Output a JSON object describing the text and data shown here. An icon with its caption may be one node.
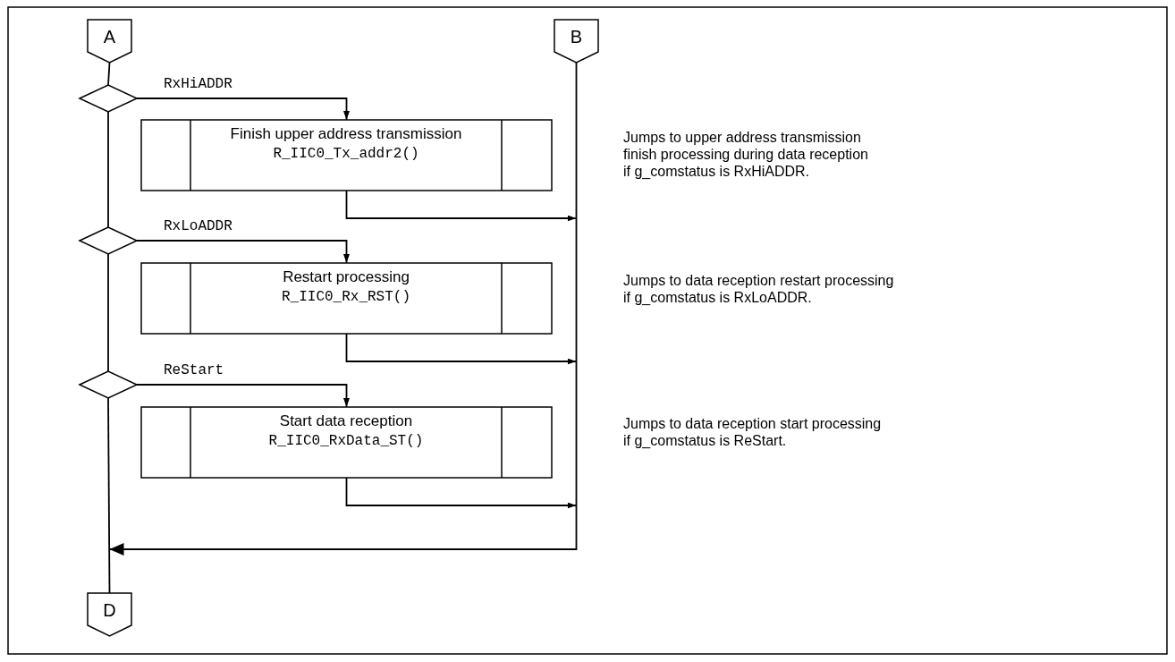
{
  "diagram": {
    "nodes": [
      {
        "text": [
          "A"
        ]
      },
      {
        "text": [
          "B"
        ]
      },
      {
        "text": [],
        "shape": "diamond"
      },
      {
        "text": [
          "Finish upper address transmission",
          "R_IIC0_Tx_addr2()"
        ]
      },
      {
        "text": [],
        "shape": "diamond"
      },
      {
        "text": [
          "Restart processing",
          "R_IIC0_Rx_RST()"
        ]
      },
      {
        "text": [],
        "shape": "diamond"
      },
      {
        "text": [
          "Start data reception",
          "R_IIC0_RxData_ST()"
        ]
      },
      {
        "text": [
          "D"
        ]
      }
    ],
    "edges": [
      {
        "from": 0,
        "to": 2,
        "arrow": "none"
      },
      {
        "from": 2,
        "to": 3,
        "arrow": "to",
        "label": "RxHiADDR"
      },
      {
        "from": 2,
        "to": 4,
        "arrow": "none"
      },
      {
        "from": 4,
        "to": 5,
        "arrow": "to",
        "label": "RxLoADDR"
      },
      {
        "from": 4,
        "to": 6,
        "arrow": "none"
      },
      {
        "from": 6,
        "to": 7,
        "arrow": "to",
        "label": "ReStart"
      },
      {
        "from": 6,
        "to": 8,
        "arrow": "none"
      },
      {
        "from": 3,
        "to": 8,
        "arrow": "to"
      },
      {
        "from": 5,
        "to": 8,
        "arrow": "to"
      },
      {
        "from": 7,
        "to": 8,
        "arrow": "to"
      },
      {
        "from": 1,
        "to": 8,
        "arrow": "to"
      }
    ],
    "labels": [
      "Jumps to upper address transmission finish processing during data reception if g_comstatus is RxHiADDR.",
      "Jumps to data reception restart processing if g_comstatus is RxLoADDR.",
      "Jumps to data reception start processing if g_comstatus is ReStart."
    ]
  }
}
